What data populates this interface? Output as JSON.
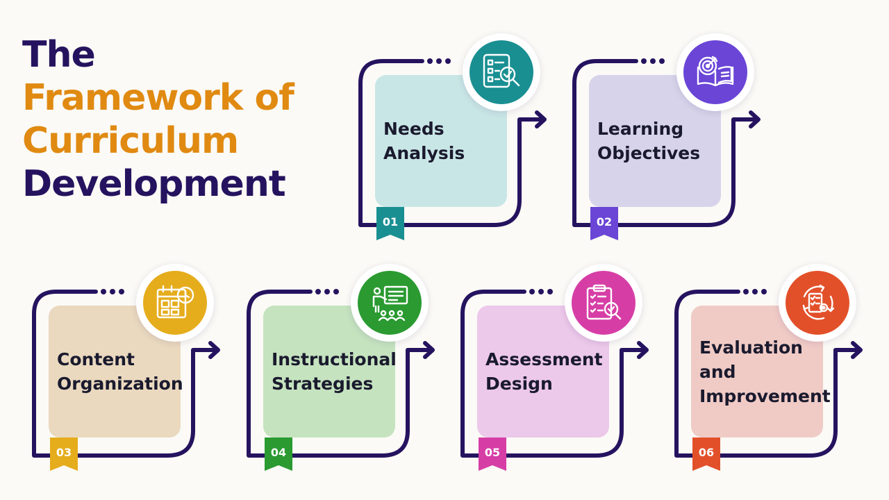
{
  "title": {
    "line1": "The",
    "line2": "Framework of",
    "line3": "Curriculum",
    "line4": "Development"
  },
  "colors": {
    "title_dark": "#25135f",
    "title_orange": "#e08a12",
    "frame": "#25135f",
    "background": "#fbfaf6"
  },
  "steps": [
    {
      "number": "01",
      "label_lines": [
        "Needs",
        "Analysis"
      ],
      "accent": "#1a8f92",
      "card": "#c9e6e6",
      "icon": "checklist-magnifier-icon"
    },
    {
      "number": "02",
      "label_lines": [
        "Learning",
        "Objectives"
      ],
      "accent": "#6a45d6",
      "card": "#d7d3ea",
      "icon": "target-book-icon"
    },
    {
      "number": "03",
      "label_lines": [
        "Content",
        "Organization"
      ],
      "accent": "#e5ac1c",
      "card": "#ead9bf",
      "icon": "calendar-clock-icon"
    },
    {
      "number": "04",
      "label_lines": [
        "Instructional",
        "Strategies"
      ],
      "accent": "#2a9a31",
      "card": "#c5e3bf",
      "icon": "teacher-board-icon"
    },
    {
      "number": "05",
      "label_lines": [
        "Assessment",
        "Design"
      ],
      "accent": "#d63ea6",
      "card": "#ecc8ea",
      "icon": "clipboard-check-icon"
    },
    {
      "number": "06",
      "label_lines": [
        "Evaluation",
        "and",
        "Improvement"
      ],
      "accent": "#e2502a",
      "card": "#f0cbc6",
      "icon": "cycle-gear-icon"
    }
  ]
}
